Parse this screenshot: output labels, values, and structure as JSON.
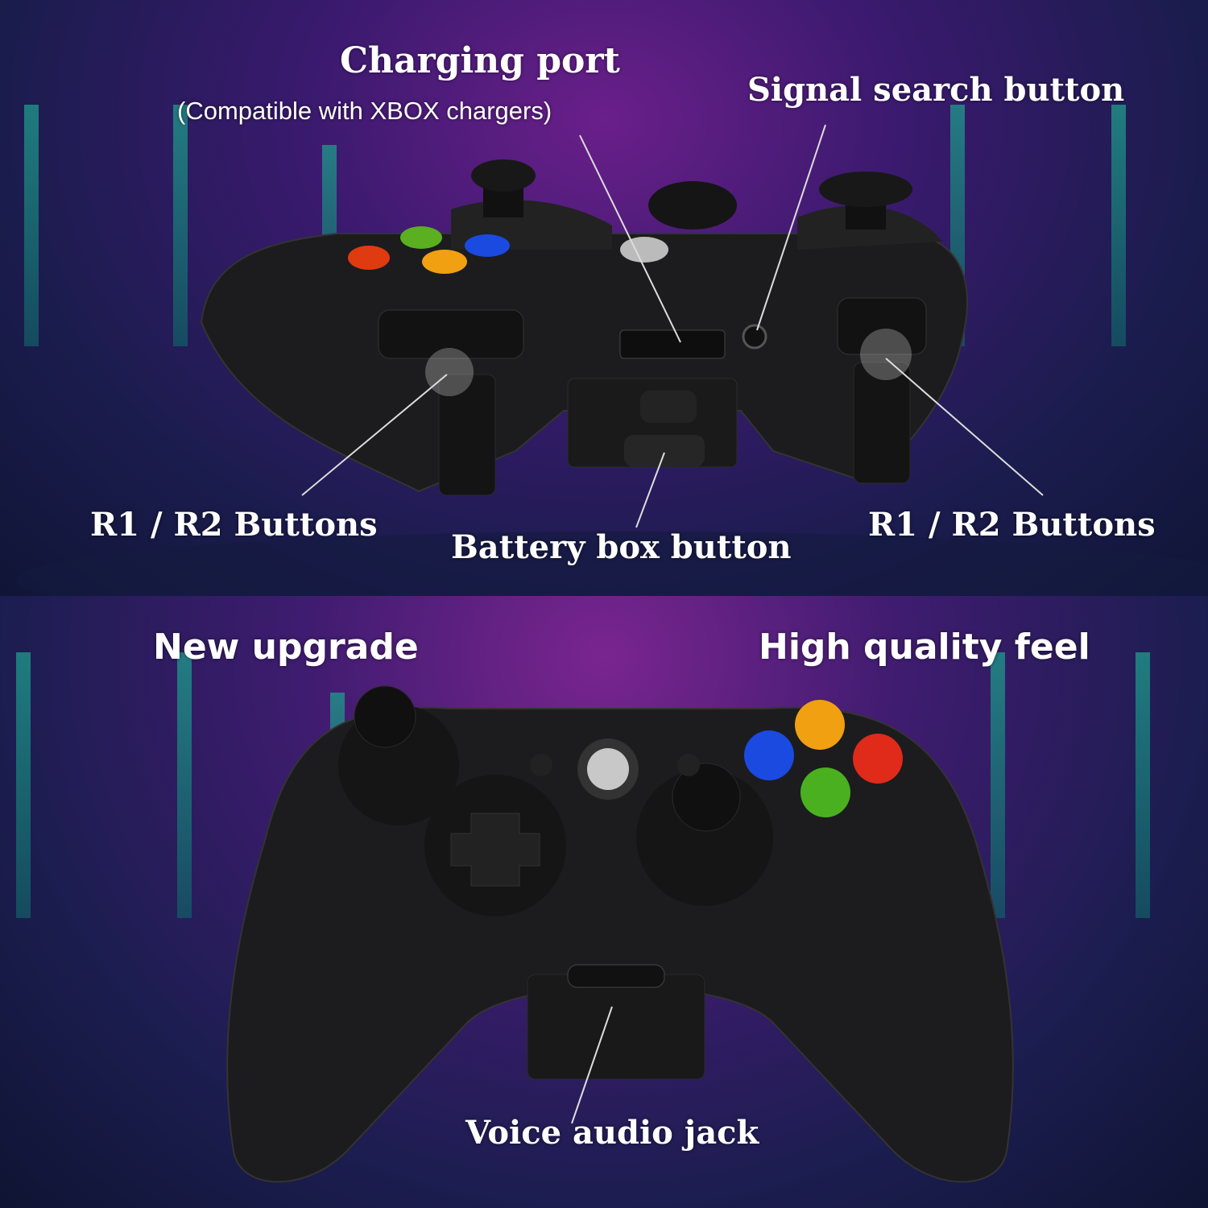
{
  "top_panel": {
    "charging_port": {
      "title": "Charging port",
      "subtitle": "(Compatible with XBOX chargers)"
    },
    "signal_search": "Signal search button",
    "r_buttons_left": "R1 / R2 Buttons",
    "r_buttons_right": "R1 / R2 Buttons",
    "battery_box": "Battery box button"
  },
  "bottom_panel": {
    "new_upgrade": "New upgrade",
    "high_quality": "High quality feel",
    "voice_jack": "Voice audio jack"
  },
  "colors": {
    "button_y": "#f0a010",
    "button_b": "#e02a1a",
    "button_a": "#4ab020",
    "button_x": "#1a4ae0",
    "controller": "#1c1c1e",
    "accent_bars": "#1f9c8c"
  }
}
